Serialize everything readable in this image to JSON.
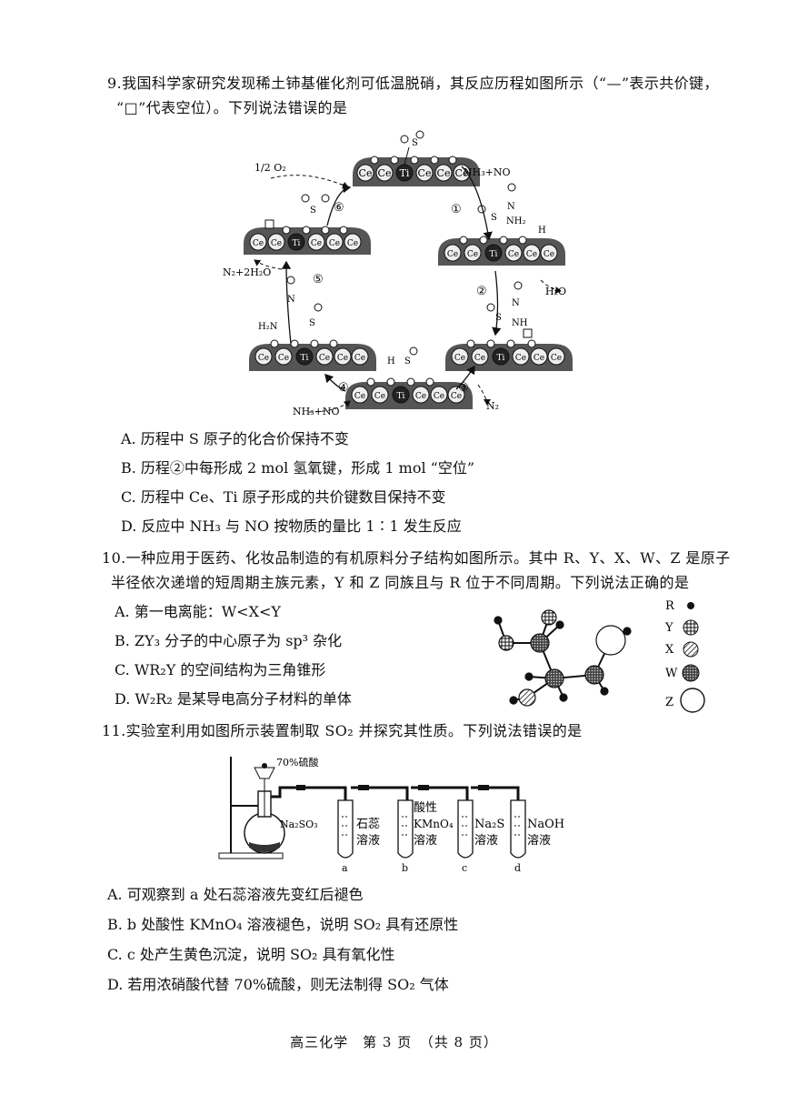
{
  "q9": {
    "stem_line1": "9.我国科学家研究发现稀土铈基催化剂可低温脱硝，其反应历程如图所示（“—”表示共价键，",
    "stem_line2": "“□”代表空位）。下列说法错误的是",
    "figure": {
      "labels": {
        "half_o2": "1/2 O₂",
        "nh3_no_1": "NH₃+NO",
        "h2o": "H₂O",
        "n2": "N₂",
        "nh3_no_4": "NH₃+NO",
        "n2_2h2o": "N₂+2H₂O",
        "step1": "①",
        "step2": "②",
        "step3": "③",
        "step4": "④",
        "step5": "⑤",
        "step6": "⑥"
      },
      "atoms": {
        "ce": "Ce",
        "ti": "Ti",
        "s": "S",
        "n": "N",
        "h": "H",
        "nh": "NH",
        "nh2": "NH₂",
        "h2n": "H₂N"
      }
    },
    "options": [
      "A. 历程中 S 原子的化合价保持不变",
      "B. 历程②中每形成 2 mol 氢氧键，形成 1 mol “空位”",
      "C. 历程中 Ce、Ti 原子形成的共价键数目保持不变",
      "D. 反应中 NH₃ 与 NO 按物质的量比 1∶1 发生反应"
    ]
  },
  "q10": {
    "stem_line1": "10.一种应用于医药、化妆品制造的有机原料分子结构如图所示。其中 R、Y、X、W、Z 是原子",
    "stem_line2": "半径依次递增的短周期主族元素，Y 和 Z 同族且与 R 位于不同周期。下列说法正确的是",
    "options": [
      "A. 第一电离能：W<X<Y",
      "B. ZY₃ 分子的中心原子为 sp³ 杂化",
      "C. WR₂Y 的空间结构为三角锥形",
      "D. W₂R₂ 是某导电高分子材料的单体"
    ],
    "legend": [
      "R",
      "Y",
      "X",
      "W",
      "Z"
    ]
  },
  "q11": {
    "stem": "11.实验室利用如图所示装置制取 SO₂ 并探究其性质。下列说法错误的是",
    "figure": {
      "acid": "70%硫酸",
      "flask": "Na₂SO₃",
      "tubes": [
        {
          "reagent_l1": "石蕊",
          "reagent_l2": "溶液",
          "reagent_l3": "",
          "mark": "a"
        },
        {
          "reagent_l1": "酸性",
          "reagent_l2": "KMnO₄",
          "reagent_l3": "溶液",
          "mark": "b"
        },
        {
          "reagent_l1": "Na₂S",
          "reagent_l2": "溶液",
          "reagent_l3": "",
          "mark": "c"
        },
        {
          "reagent_l1": "NaOH",
          "reagent_l2": "溶液",
          "reagent_l3": "",
          "mark": "d"
        }
      ]
    },
    "options": [
      "A. 可观察到 a 处石蕊溶液先变红后褪色",
      "B. b 处酸性 KMnO₄ 溶液褪色，说明 SO₂ 具有还原性",
      "C. c 处产生黄色沉淀，说明 SO₂ 具有氧化性",
      "D. 若用浓硝酸代替 70%硫酸，则无法制得 SO₂ 气体"
    ]
  },
  "footer": "高三化学　第 3 页　（共 8 页）"
}
